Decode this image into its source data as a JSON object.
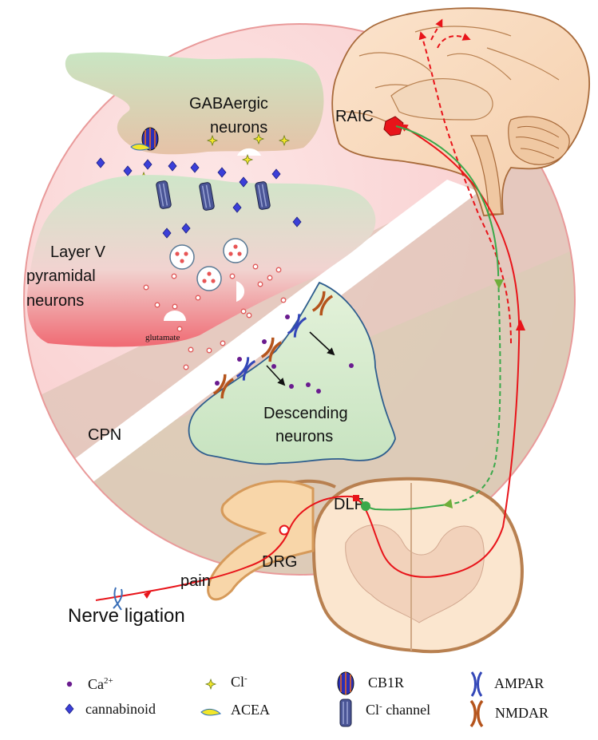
{
  "labels": {
    "raic": "RAIC",
    "gaba_line1": "GABAergic",
    "gaba_line2": "neurons",
    "layer_line1": "Layer V",
    "layer_line2": "pyramidal",
    "layer_line3": "neurons",
    "glutamate": "glutamate",
    "cpn": "CPN",
    "desc_line1": "Descending",
    "desc_line2": "neurons",
    "dlf": "DLF",
    "drg": "DRG",
    "pain": "pain",
    "nerve_ligation": "Nerve ligation"
  },
  "legend": {
    "ca": {
      "base": "Ca",
      "sup": "2+"
    },
    "cannabinoid": "cannabinoid",
    "cl": {
      "base": "Cl",
      "sup": "-"
    },
    "acea": "ACEA",
    "cb1r": "CB1R",
    "cl_channel": {
      "base": "Cl",
      "sup": "-",
      "rest": " channel"
    },
    "ampar": "AMPAR",
    "nmdar": "NMDAR"
  },
  "colors": {
    "ascending_pathway": "#e8141a",
    "descending_pathway": "#3aa94a",
    "ca_ion": "#6a1b8f",
    "cannabinoid": "#2b3bd6",
    "chloride": "#f2e62a"
  }
}
